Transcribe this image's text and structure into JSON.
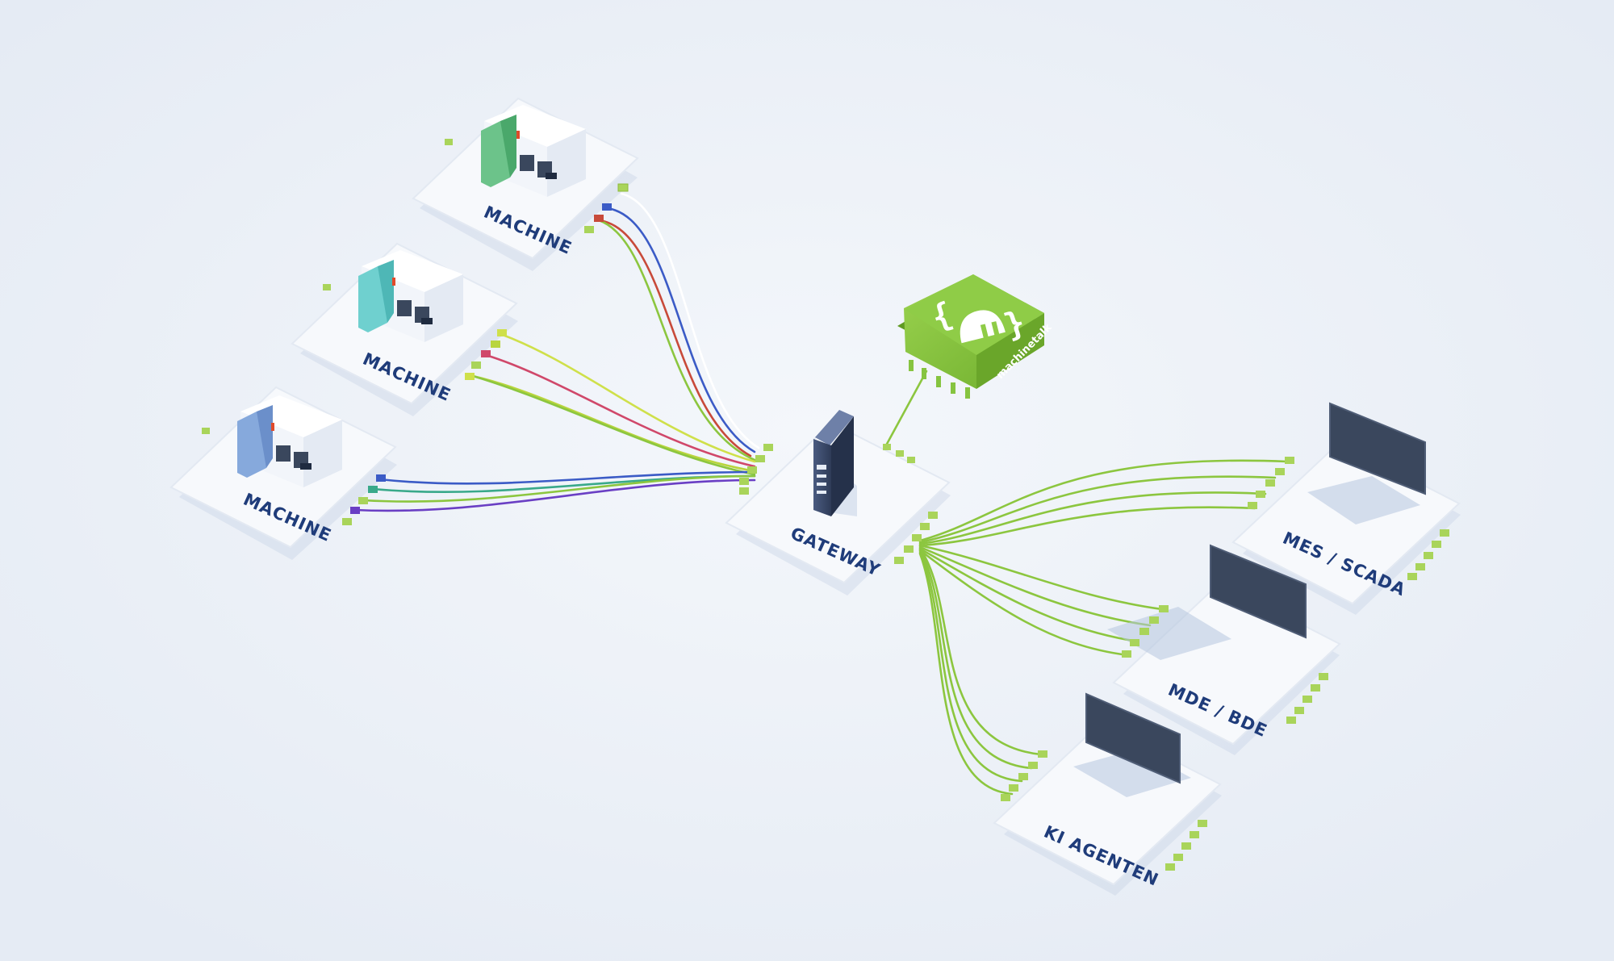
{
  "nodes": {
    "machine_1": {
      "label": "MACHINE",
      "accent": "#6cc38a"
    },
    "machine_2": {
      "label": "MACHINE",
      "accent": "#6fd0cf"
    },
    "machine_3": {
      "label": "MACHINE",
      "accent": "#86a9dc"
    },
    "gateway": {
      "label": "GATEWAY"
    },
    "mes_scada": {
      "label": "MES / SCADA"
    },
    "mde_bde": {
      "label": "MDE / BDE"
    },
    "ki_agenten": {
      "label": "KI AGENTEN"
    }
  },
  "brand_chip": {
    "text": "machinetalk",
    "icon": "elephant-braces-icon",
    "color": "#86c440"
  },
  "colors": {
    "background": "#e9eef6",
    "tile": "#f7f9fc",
    "label": "#1f3c7a",
    "port": "#a9d45a",
    "gateway_body": "#3b4a6b",
    "screen": "#3a475d",
    "wire_green": "#8cc63f"
  }
}
